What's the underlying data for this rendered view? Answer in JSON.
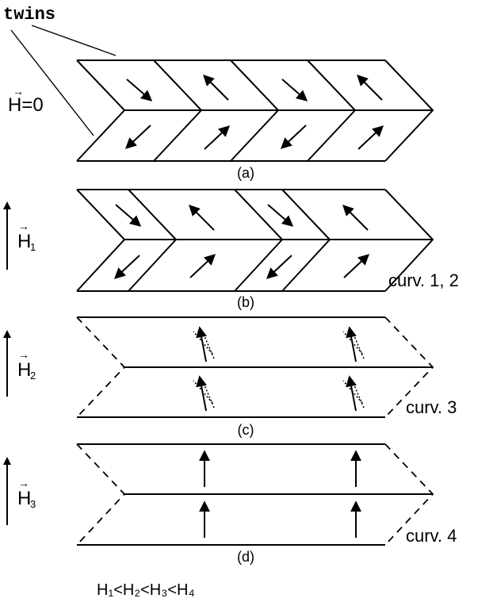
{
  "labels": {
    "twins": "twins",
    "field_a": "H=0",
    "field_b": "H",
    "field_b_sub": "1",
    "field_c": "H",
    "field_c_sub": "2",
    "field_d": "H",
    "field_d_sub": "3",
    "panel_a": "(a)",
    "panel_b": "(b)",
    "panel_c": "(c)",
    "panel_d": "(d)",
    "curv_b": "curv. 1, 2",
    "curv_c": "curv. 3",
    "curv_d": "curv. 4",
    "inequality": "H₁<H₂<H₃<H₄"
  }
}
